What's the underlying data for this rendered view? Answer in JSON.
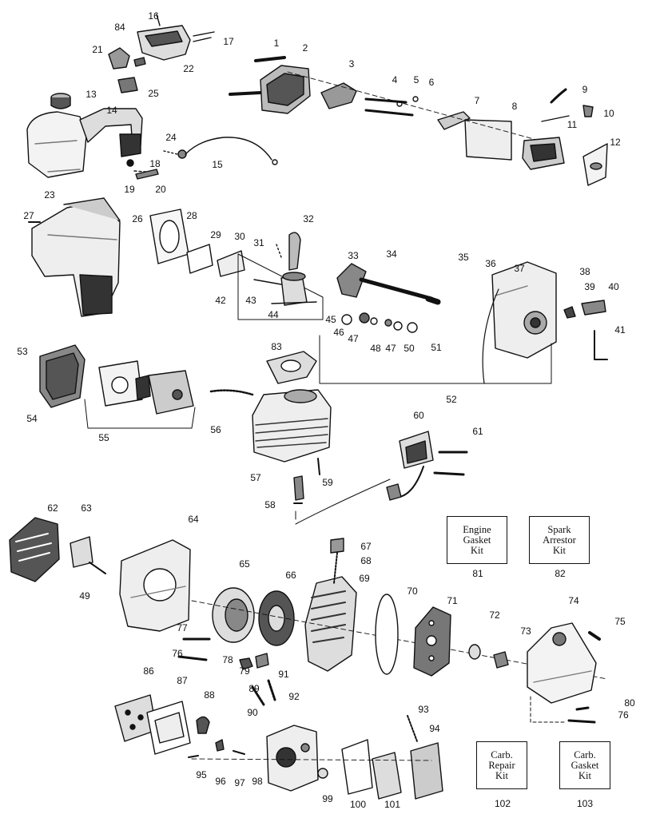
{
  "callouts": [
    {
      "text": "16"
    },
    {
      "text": "84"
    },
    {
      "text": "17"
    },
    {
      "text": "21"
    },
    {
      "text": "22"
    },
    {
      "text": "13"
    },
    {
      "text": "25"
    },
    {
      "text": "1"
    },
    {
      "text": "2"
    },
    {
      "text": "3"
    },
    {
      "text": "4"
    },
    {
      "text": "5"
    },
    {
      "text": "6"
    },
    {
      "text": "7"
    },
    {
      "text": "8"
    },
    {
      "text": "9"
    },
    {
      "text": "10"
    },
    {
      "text": "11"
    },
    {
      "text": "12"
    },
    {
      "text": "14"
    },
    {
      "text": "24"
    },
    {
      "text": "15"
    },
    {
      "text": "18"
    },
    {
      "text": "19"
    },
    {
      "text": "20"
    },
    {
      "text": "23"
    },
    {
      "text": "27"
    },
    {
      "text": "26"
    },
    {
      "text": "28"
    },
    {
      "text": "29"
    },
    {
      "text": "30"
    },
    {
      "text": "31"
    },
    {
      "text": "32"
    },
    {
      "text": "33"
    },
    {
      "text": "34"
    },
    {
      "text": "35"
    },
    {
      "text": "36"
    },
    {
      "text": "37"
    },
    {
      "text": "38"
    },
    {
      "text": "39"
    },
    {
      "text": "40"
    },
    {
      "text": "41"
    },
    {
      "text": "42"
    },
    {
      "text": "43"
    },
    {
      "text": "44"
    },
    {
      "text": "45"
    },
    {
      "text": "46"
    },
    {
      "text": "47"
    },
    {
      "text": "48"
    },
    {
      "text": "47"
    },
    {
      "text": "50"
    },
    {
      "text": "51"
    },
    {
      "text": "52"
    },
    {
      "text": "53"
    },
    {
      "text": "54"
    },
    {
      "text": "55"
    },
    {
      "text": "56"
    },
    {
      "text": "83"
    },
    {
      "text": "57"
    },
    {
      "text": "58"
    },
    {
      "text": "59"
    },
    {
      "text": "60"
    },
    {
      "text": "61"
    },
    {
      "text": "62"
    },
    {
      "text": "63"
    },
    {
      "text": "49"
    },
    {
      "text": "64"
    },
    {
      "text": "65"
    },
    {
      "text": "66"
    },
    {
      "text": "67"
    },
    {
      "text": "68"
    },
    {
      "text": "69"
    },
    {
      "text": "70"
    },
    {
      "text": "71"
    },
    {
      "text": "72"
    },
    {
      "text": "73"
    },
    {
      "text": "74"
    },
    {
      "text": "75"
    },
    {
      "text": "77"
    },
    {
      "text": "76"
    },
    {
      "text": "78"
    },
    {
      "text": "79"
    },
    {
      "text": "80"
    },
    {
      "text": "76"
    },
    {
      "text": "86"
    },
    {
      "text": "87"
    },
    {
      "text": "88"
    },
    {
      "text": "89"
    },
    {
      "text": "91"
    },
    {
      "text": "90"
    },
    {
      "text": "92"
    },
    {
      "text": "93"
    },
    {
      "text": "94"
    },
    {
      "text": "95"
    },
    {
      "text": "96"
    },
    {
      "text": "97"
    },
    {
      "text": "98"
    },
    {
      "text": "99"
    },
    {
      "text": "100"
    },
    {
      "text": "101"
    }
  ],
  "kits": {
    "engine_gasket": {
      "line1": "Engine",
      "line2": "Gasket",
      "line3": "Kit",
      "number": "81"
    },
    "spark_arrestor": {
      "line1": "Spark",
      "line2": "Arrestor",
      "line3": "Kit",
      "number": "82"
    },
    "carb_repair": {
      "line1": "Carb.",
      "line2": "Repair",
      "line3": "Kit",
      "number": "102"
    },
    "carb_gasket": {
      "line1": "Carb.",
      "line2": "Gasket",
      "line3": "Kit",
      "number": "103"
    }
  }
}
